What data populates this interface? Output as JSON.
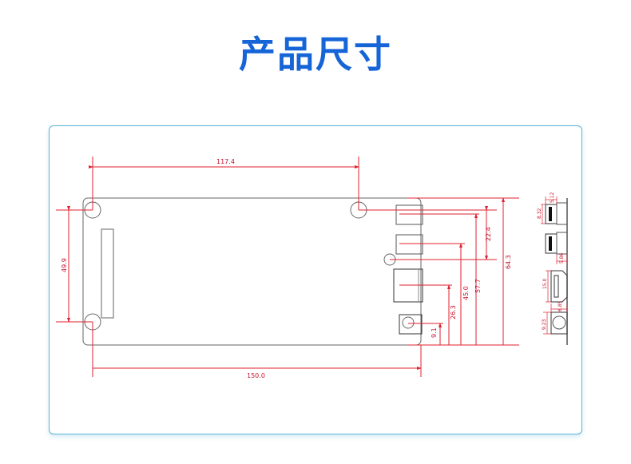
{
  "title": "产品尺寸",
  "colors": {
    "title": "#1565d8",
    "card_border": "#5bb3d6",
    "dimension": "#e0222e",
    "outline": "#555555"
  },
  "drawing": {
    "units": "mm",
    "top_view": {
      "hole_spacing_x": "117.4",
      "hole_spacing_y": "49.9",
      "board_length": "150.0",
      "board_height": "64.3",
      "port_offsets": [
        "22.4",
        "57.7",
        "45.0",
        "26.3",
        "9.1"
      ]
    },
    "side_view": {
      "usb_width": "5.12",
      "usb_height": "8.32",
      "usb2_width": "5.86",
      "hdmi_height": "15.0",
      "dc_width": "6.85",
      "dc_height": "9.23"
    }
  }
}
